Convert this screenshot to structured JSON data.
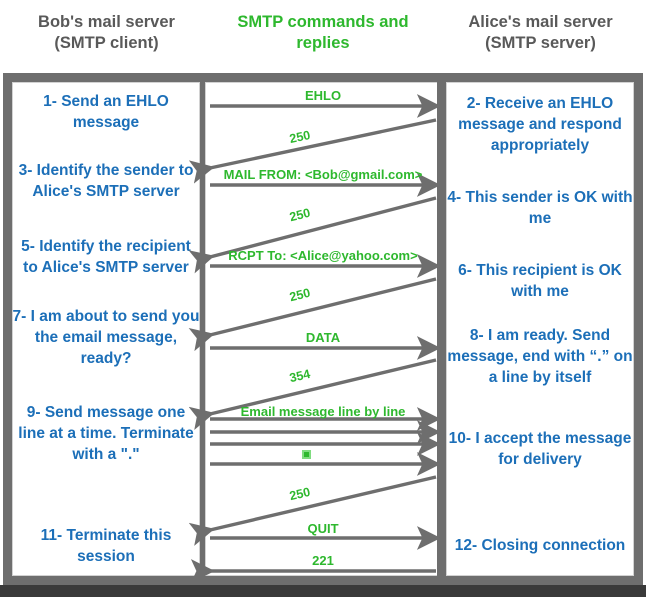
{
  "headers": {
    "left": "Bob's mail server\n(SMTP client)",
    "left_line1": "Bob's mail server",
    "left_line2": "(SMTP client)",
    "middle_line1": "SMTP commands and",
    "middle_line2": "replies",
    "right_line1": "Alice's mail server",
    "right_line2": "(SMTP server)"
  },
  "colors": {
    "blue_text": "#1c6fb8",
    "green_text": "#2eb82e",
    "header_gray": "#595959",
    "frame_gray": "#6e6e6e",
    "arrow_gray": "#6e6e6e",
    "background": "#ffffff"
  },
  "client_steps": [
    {
      "id": "step-1",
      "text": "1- Send an EHLO message"
    },
    {
      "id": "step-3",
      "text": "3- Identify the sender to Alice's SMTP server"
    },
    {
      "id": "step-5",
      "text": "5- Identify\nthe recipient to Alice's SMTP server"
    },
    {
      "id": "step-7",
      "text": "7- I am about to send you the email message, ready?"
    },
    {
      "id": "step-9",
      "text": "9- Send message one line at a time. Terminate with a \".\""
    },
    {
      "id": "step-11",
      "text": "11- Terminate this session"
    }
  ],
  "server_steps": [
    {
      "id": "step-2",
      "text": "2- Receive an EHLO message and respond appropriately"
    },
    {
      "id": "step-4",
      "text": "4- This sender is OK with me"
    },
    {
      "id": "step-6",
      "text": "6- This recipient is OK with me"
    },
    {
      "id": "step-8",
      "text": "8-  I am ready. Send message, end with “.” on a line by itself"
    },
    {
      "id": "step-10",
      "text": "10-  I accept the message for delivery"
    },
    {
      "id": "step-12",
      "text": "12-  Closing connection"
    }
  ],
  "messages": [
    {
      "id": "msg-ehlo",
      "label": "EHLO",
      "direction": "client-to-server"
    },
    {
      "id": "msg-250-a",
      "label": "250",
      "direction": "server-to-client"
    },
    {
      "id": "msg-mail-from",
      "label": "MAIL FROM: <Bob@gmail.com>",
      "direction": "client-to-server"
    },
    {
      "id": "msg-250-b",
      "label": "250",
      "direction": "server-to-client"
    },
    {
      "id": "msg-rcpt-to",
      "label": "RCPT To: <Alice@yahoo.com>",
      "direction": "client-to-server"
    },
    {
      "id": "msg-250-c",
      "label": "250",
      "direction": "server-to-client"
    },
    {
      "id": "msg-data",
      "label": "DATA",
      "direction": "client-to-server"
    },
    {
      "id": "msg-354",
      "label": "354",
      "direction": "server-to-client"
    },
    {
      "id": "msg-email-lines",
      "label": "Email message line by line",
      "direction": "client-to-server"
    },
    {
      "id": "msg-line-2",
      "label": "",
      "direction": "client-to-server"
    },
    {
      "id": "msg-line-3",
      "label": "",
      "direction": "client-to-server"
    },
    {
      "id": "msg-dot",
      "label": "",
      "direction": "client-to-server"
    },
    {
      "id": "msg-250-d",
      "label": "250",
      "direction": "server-to-client"
    },
    {
      "id": "msg-quit",
      "label": "QUIT",
      "direction": "client-to-server"
    },
    {
      "id": "msg-221",
      "label": "221",
      "direction": "server-to-client"
    }
  ]
}
